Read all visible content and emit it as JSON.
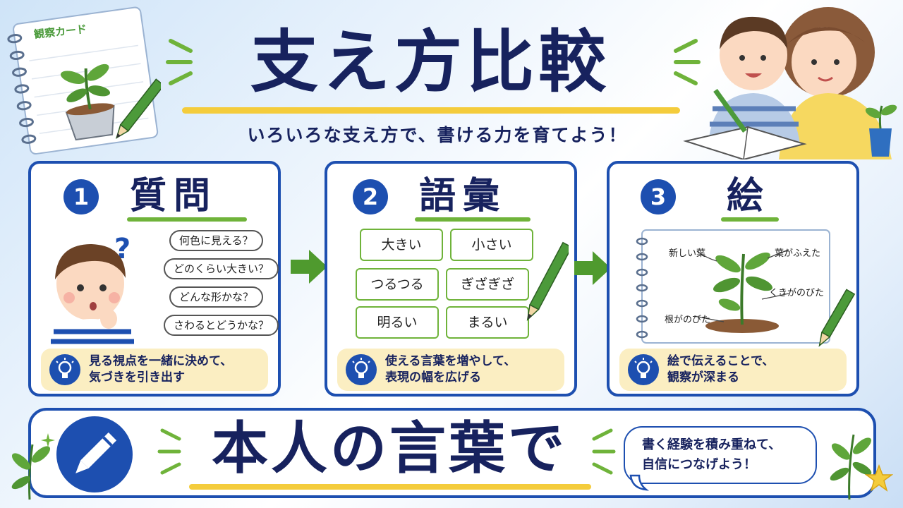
{
  "header": {
    "title": "支え方比較",
    "subtitle": "いろいろな支え方で、書ける力を育てよう！",
    "notebook_label": "観察カード"
  },
  "cards": [
    {
      "number": "1",
      "title": "質問",
      "bubbles": [
        "何色に見える？",
        "どのくらい大きい？",
        "どんな形かな？",
        "さわるとどうかな？"
      ],
      "tip_line1": "見る視点を一緒に決めて、",
      "tip_line2": "気づきを引き出す"
    },
    {
      "number": "2",
      "title": "語彙",
      "words": [
        "大きい",
        "小さい",
        "つるつる",
        "ぎざぎざ",
        "明るい",
        "まるい"
      ],
      "tip_line1": "使える言葉を増やして、",
      "tip_line2": "表現の幅を広げる"
    },
    {
      "number": "3",
      "title": "絵",
      "labels": [
        "新しい葉",
        "葉がふえた",
        "くきがのびた",
        "根がのびた"
      ],
      "tip_line1": "絵で伝えることで、",
      "tip_line2": "観察が深まる"
    }
  ],
  "banner": {
    "text": "本人の言葉で",
    "bubble_line1": "書く経験を積み重ねて、",
    "bubble_line2": "自信につなげよう！"
  },
  "colors": {
    "navy": "#17225e",
    "blue": "#1d4fb0",
    "green": "#6fb33a",
    "yellow": "#f4cc3c",
    "tip_bg": "#fbeec2"
  },
  "icons": [
    "pencil-icon",
    "lightbulb-icon",
    "arrow-right-icon",
    "question-mark-icon",
    "star-icon",
    "sparkle-icon",
    "leaf-icon",
    "plant-pot-icon"
  ]
}
